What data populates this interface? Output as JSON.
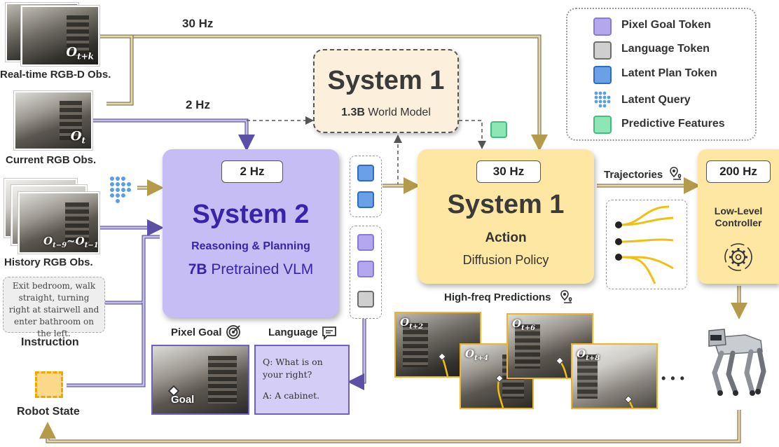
{
  "inputs": {
    "realtime_label": "Real-time RGB-D Obs.",
    "realtime_sub": "t+k",
    "current_label": "Current RGB Obs.",
    "current_sub": "t",
    "history_label": "History RGB Obs.",
    "history_sub_a": "t−9",
    "history_sub_b": "t−1",
    "obs_symbol": "O",
    "instruction_label": "Instruction",
    "instruction_text": "Exit bedroom, walk straight, turning right at stairwell and enter bathroom on the left.",
    "robot_state_label": "Robot State"
  },
  "rates": {
    "top_line": "30 Hz",
    "mid_line": "2 Hz"
  },
  "world_model": {
    "title": "System 1",
    "size": "1.3B",
    "subtitle": "World Model"
  },
  "system2": {
    "rate": "2 Hz",
    "title": "System 2",
    "subtitle": "Reasoning & Planning",
    "size": "7B",
    "model": "Pretrained VLM"
  },
  "system1": {
    "rate": "30 Hz",
    "title": "System 1",
    "subtitle": "Action",
    "model": "Diffusion Policy"
  },
  "controller": {
    "rate": "200 Hz",
    "line1": "Low-Level",
    "line2": "Controller"
  },
  "trajectories_label": "Trajectories",
  "highfreq_label": "High-freq Predictions",
  "predictions": [
    {
      "sub": "t+2"
    },
    {
      "sub": "t+4"
    },
    {
      "sub": "t+6"
    },
    {
      "sub": "t+8"
    }
  ],
  "ellipsis": "• • •",
  "pixel_goal": {
    "label": "Pixel Goal",
    "goal_text": "Goal"
  },
  "language": {
    "label": "Language",
    "q": "Q: What is on your right?",
    "a": "A: A cabinet."
  },
  "legend": [
    {
      "label": "Pixel Goal Token",
      "kind": "pix"
    },
    {
      "label": "Language Token",
      "kind": "lang"
    },
    {
      "label": "Latent Plan Token",
      "kind": "plan"
    },
    {
      "label": "Latent Query",
      "kind": "query"
    },
    {
      "label": "Predictive Features",
      "kind": "pred"
    }
  ],
  "colors": {
    "system2_fill": "#c5bdf3",
    "system2_title": "#3a23a8",
    "system1_fill": "#fde7a3",
    "world_fill": "#fcefdc",
    "line_gold": "#d8c48a",
    "line_purple": "#7a6fbf",
    "traj_yellow": "#f0c010"
  }
}
